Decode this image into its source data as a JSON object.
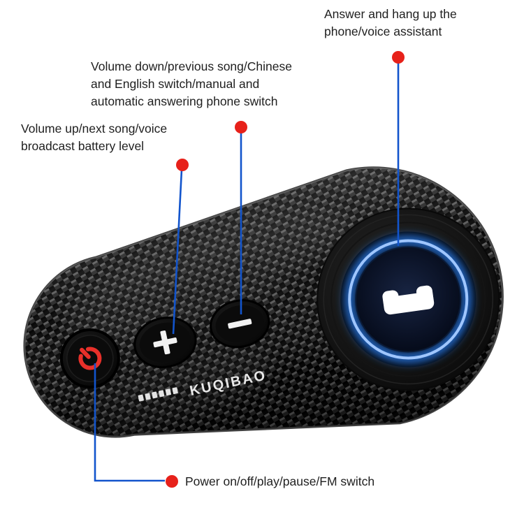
{
  "diagram": {
    "annotations": {
      "answer": {
        "lines": [
          "Answer and hang up the",
          "phone/voice assistant"
        ]
      },
      "volume_down": {
        "lines": [
          "Volume down/previous song/Chinese",
          "and English switch/manual and",
          "automatic answering phone switch"
        ]
      },
      "volume_up": {
        "lines": [
          "Volume up/next song/voice",
          "broadcast battery level"
        ]
      },
      "power": {
        "lines": [
          "Power on/off/play/pause/FM switch"
        ]
      }
    },
    "device": {
      "brand": "KUQIBAO",
      "battery_indicator_segments": 6
    },
    "colors": {
      "annotation_text": "#1f1f1f",
      "marker_red": "#e7211a",
      "callout_line_blue": "#1254cc",
      "led_ring_blue": "#2f86ff",
      "power_icon_red": "#e8302a",
      "button_icon_white": "#f5f5f5",
      "body_black": "#0a0a0a"
    }
  }
}
